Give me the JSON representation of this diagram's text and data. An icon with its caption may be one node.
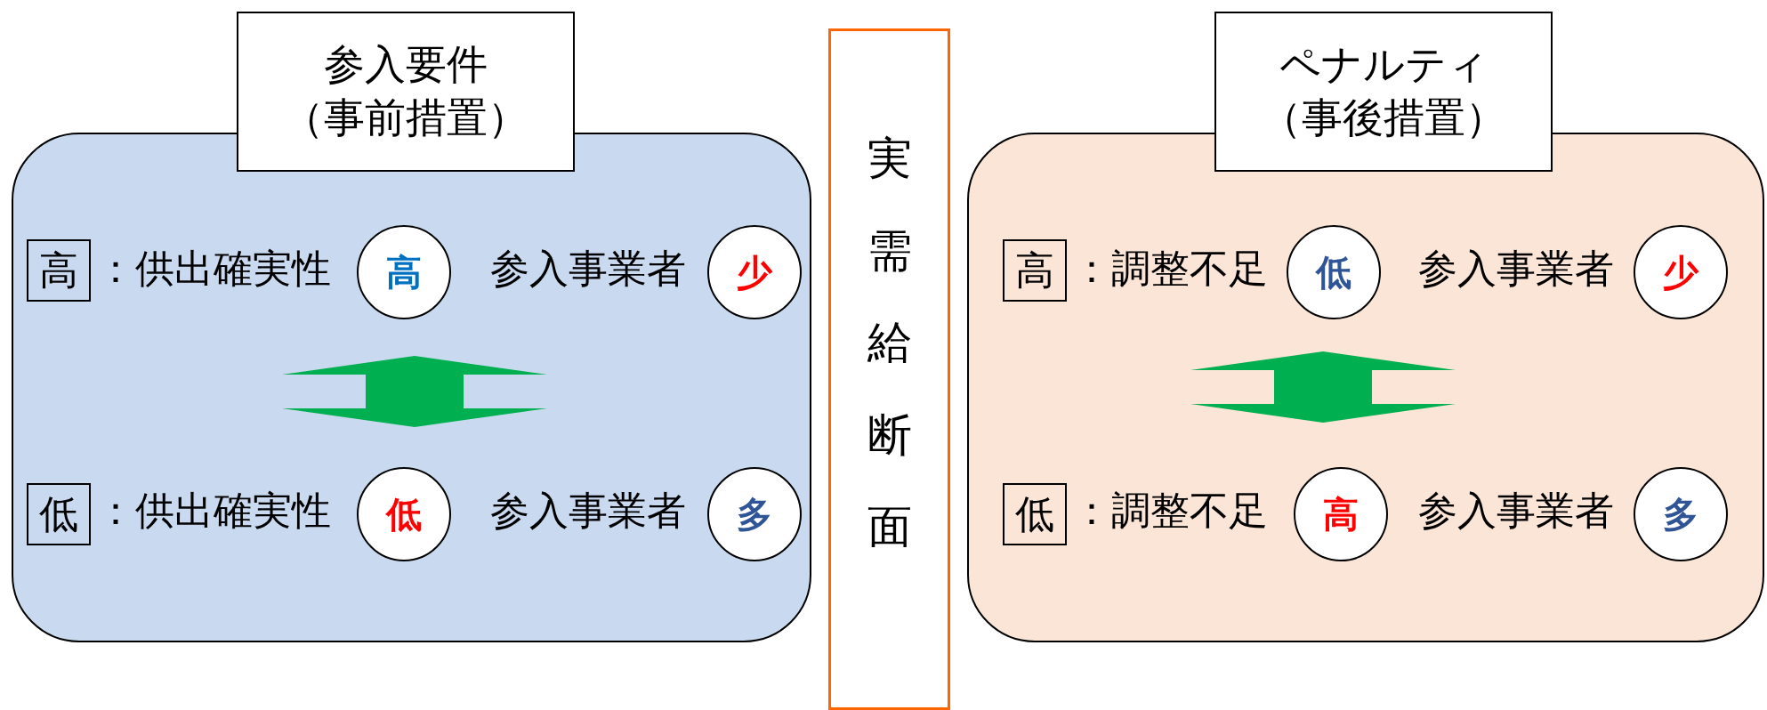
{
  "diagram": {
    "nodes": [
      {
        "text": [
          "参入要件",
          "（事前措置）"
        ]
      },
      {
        "text": [],
        "shape": "box"
      },
      {
        "text": [
          "高"
        ],
        "in": 1
      },
      {
        "text": [
          "高"
        ],
        "in": 1
      },
      {
        "text": [
          "少"
        ],
        "in": 1
      },
      {
        "text": [
          "低"
        ],
        "in": 1
      },
      {
        "text": [
          "低"
        ],
        "in": 1
      },
      {
        "text": [
          "多"
        ],
        "in": 1
      },
      {
        "text": [
          "実需給断面"
        ]
      },
      {
        "text": [
          "ペナルティ",
          "（事後措置）"
        ]
      },
      {
        "text": [],
        "shape": "box"
      },
      {
        "text": [
          "高"
        ],
        "in": 10
      },
      {
        "text": [
          "低"
        ],
        "in": 10
      },
      {
        "text": [
          "少"
        ],
        "in": 10
      },
      {
        "text": [
          "低"
        ],
        "in": 10
      },
      {
        "text": [
          "高"
        ],
        "in": 10
      },
      {
        "text": [
          "多"
        ],
        "in": 10
      }
    ],
    "edges": [
      {
        "from": 3,
        "to": 6,
        "arrow": "both",
        "style": "thick",
        "color": "#00b050"
      },
      {
        "from": 12,
        "to": 15,
        "arrow": "both",
        "style": "thick",
        "color": "#00b050"
      }
    ],
    "labels": [
      "：供出確実性",
      "参入事業者",
      "：供出確実性",
      "参入事業者",
      "：調整不足",
      "参入事業者",
      "：調整不足",
      "参入事業者"
    ]
  }
}
